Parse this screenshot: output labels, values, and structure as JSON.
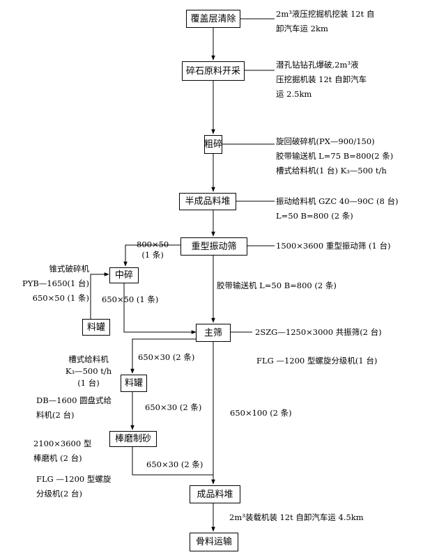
{
  "nodes": {
    "overburden_removal": "覆盖层清除",
    "quarry_mining": "碎石原料开采",
    "primary_crushing": "粗碎",
    "stockpile_semi": "半成品料堆",
    "heavy_screen": "重型振动筛",
    "secondary_crushing": "中碎",
    "bin_left": "料罐",
    "main_screen": "主筛",
    "bin_middle": "料罐",
    "rod_mill": "棒磨制砂",
    "finished_stockpile": "成品料堆",
    "aggregate_transport": "骨料运输"
  },
  "notes": {
    "overburden": [
      "2m³液压挖掘机挖装 12t 自",
      "卸汽车运 2km"
    ],
    "mining": [
      "潜孔钻钻孔爆破,2m³液",
      "压挖掘机装 12t 自卸汽车",
      "运 2.5km"
    ],
    "primary": [
      "旋回破碎机(PX—900/150)",
      "胶带输送机 L=75 B=800(2 条)",
      "槽式给料机(1 台) K₃—500 t/h"
    ],
    "semi_feeder": [
      "振动给料机 GZC 40—90C (8 台)",
      "L=50 B=800 (2 条)"
    ],
    "heavy_screen": "1500×3600 重型振动筛 (1 台)",
    "belt_800": [
      "800×50",
      "(1 条)"
    ],
    "cone_crusher": [
      "锥式破碎机",
      "PYB—1650(1 台)",
      "650×50 (1 条)"
    ],
    "belt_650_50": "650×50 (1 条)",
    "belt_main": "胶带输送机 L=50 B=800 (2 条)",
    "main_screen": "2SZG—1250×3000 共振筛(2 台)",
    "classifier": "FLG —1200 型螺旋分级机(1 台)",
    "belt_650_30_a": "650×30 (2 条)",
    "trough_feeder": [
      "槽式给料机",
      "K₃—500 t/h",
      "(1 台)"
    ],
    "disc_feeder": [
      "DB—1600 圆盘式给",
      "料机(2 台)"
    ],
    "belt_650_30_b": "650×30 (2 条)",
    "belt_650_100": "650×100 (2 条)",
    "rod_mill_spec": [
      "2100×3600 型",
      "棒磨机 (2 台)"
    ],
    "belt_650_30_c": "650×30 (2 条)",
    "classifier2": [
      "FLG —1200 型螺旋",
      "分级机(2 台)"
    ],
    "loader": "2m³装载机装 12t 自卸汽车运 4.5km"
  }
}
